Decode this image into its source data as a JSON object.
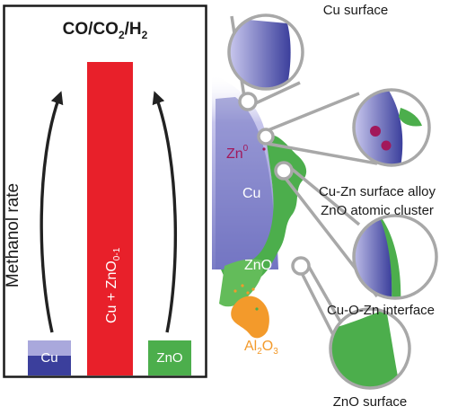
{
  "figure": {
    "title_main": "CO/CO",
    "title_sub": "2",
    "title_tail": "/H",
    "title_sub2": "2",
    "ylabel": "Methanol rate",
    "bars": {
      "cu": {
        "label": "Cu",
        "color": "#3b3f9c",
        "light": "#a9a8dc"
      },
      "mixed": {
        "label_main": "Cu + ZnO",
        "label_sub": "0-1",
        "color": "#e8202a"
      },
      "zno": {
        "label": "ZnO",
        "color": "#4cae4c"
      }
    }
  },
  "diagram": {
    "cu_surface": "Cu surface",
    "zn0": "Zn",
    "zn0_sup": "0",
    "cu": "Cu",
    "alloy_line1": "Cu-Zn surface alloy",
    "alloy_line2": "ZnO atomic cluster",
    "zno": "ZnO",
    "interface": "Cu-O-Zn interface",
    "al2o3_main": "Al",
    "al2o3_sub1": "2",
    "al2o3_mid": "O",
    "al2o3_sub2": "3",
    "zno_surface": "ZnO surface"
  },
  "colors": {
    "cu_dark": "#3b3f9c",
    "cu_light": "#b9b8e6",
    "zno_green": "#4cae4c",
    "al2o3_orange": "#f39a2b",
    "zn_magenta": "#a2185a",
    "bar_red": "#e8202a",
    "lens_gray": "#a8a8a8"
  }
}
